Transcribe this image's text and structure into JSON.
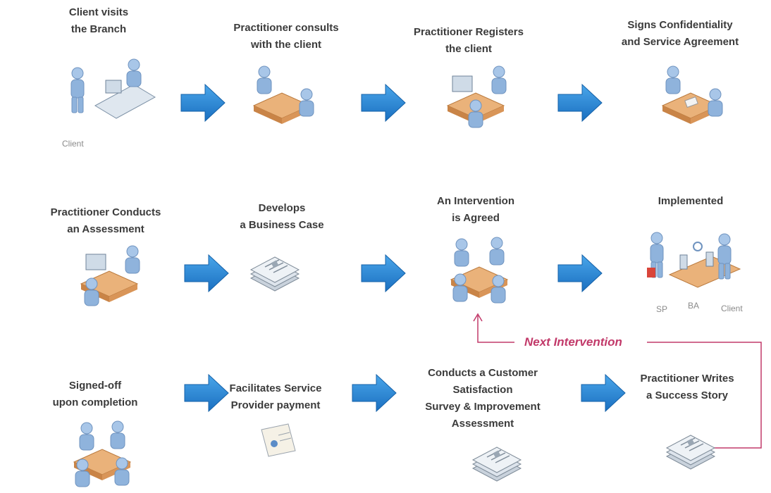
{
  "steps": {
    "s1": "Client visits\nthe Branch",
    "s2": "Practitioner consults\nwith the client",
    "s3": "Practitioner Registers\nthe client",
    "s4": "Signs Confidentiality\nand Service Agreement",
    "s5": "Practitioner Conducts\nan Assessment",
    "s6": "Develops\na Business Case",
    "s7": "An Intervention\nis Agreed",
    "s8": "Implemented",
    "s9": "Signed-off\nupon completion",
    "s10": "Facilitates Service\nProvider payment",
    "s11": "Conducts a Customer\nSatisfaction\nSurvey & Improvement\nAssessment",
    "s12": "Practitioner Writes\na Success Story"
  },
  "labels": {
    "client1": "Client",
    "sp": "SP",
    "ba": "BA",
    "client2": "Client",
    "next": "Next Intervention"
  },
  "colors": {
    "arrow": "#1f7fd0",
    "loop": "#c23a6a",
    "person": "#8fb3dc",
    "desk": "#e0a066",
    "doc": "#b7c3cf"
  }
}
